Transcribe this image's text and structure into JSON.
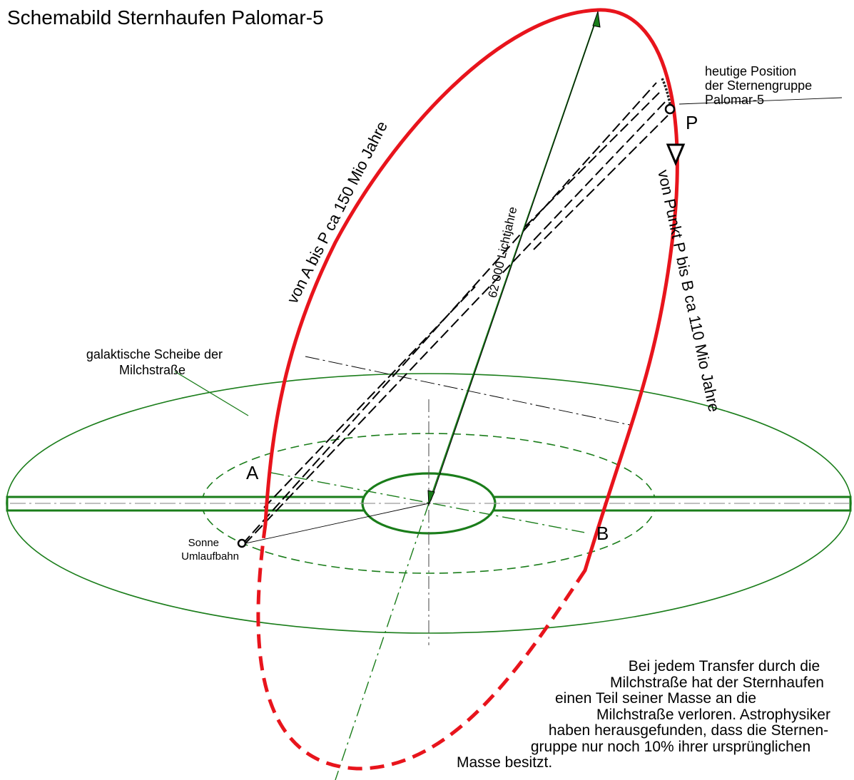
{
  "title": "Schemabild   Sternhaufen Palomar-5",
  "current_position_note": [
    "heutige Position",
    "der Sternengruppe",
    "Palomar-5"
  ],
  "disk_note": [
    "galaktische Scheibe der",
    "Milchstraße"
  ],
  "sun_note": [
    "Sonne",
    "Umlaufbahn"
  ],
  "points": {
    "a": "A",
    "b": "B",
    "p": "P"
  },
  "orbit_labels": {
    "a_to_p": "von A bis P  ca  150 Mio Jahre",
    "p_to_b": "von Punkt  P bis  B  ca 110 Mio Jahre"
  },
  "distance_label": "62 000  Lichtjahre",
  "transfer_note": [
    "Bei jedem Transfer durch die",
    "Milchstraße hat der Sternhaufen",
    "einen Teil seiner Masse an die",
    "Milchstraße verloren. Astrophysiker",
    "haben herausgefunden, dass die Sternen-",
    "gruppe nur noch 10% ihrer ursprünglichen",
    "Masse besitzt."
  ],
  "colors": {
    "orbit": "#e8141c",
    "galaxy": "#1a7d1a",
    "construction": "#000000"
  }
}
